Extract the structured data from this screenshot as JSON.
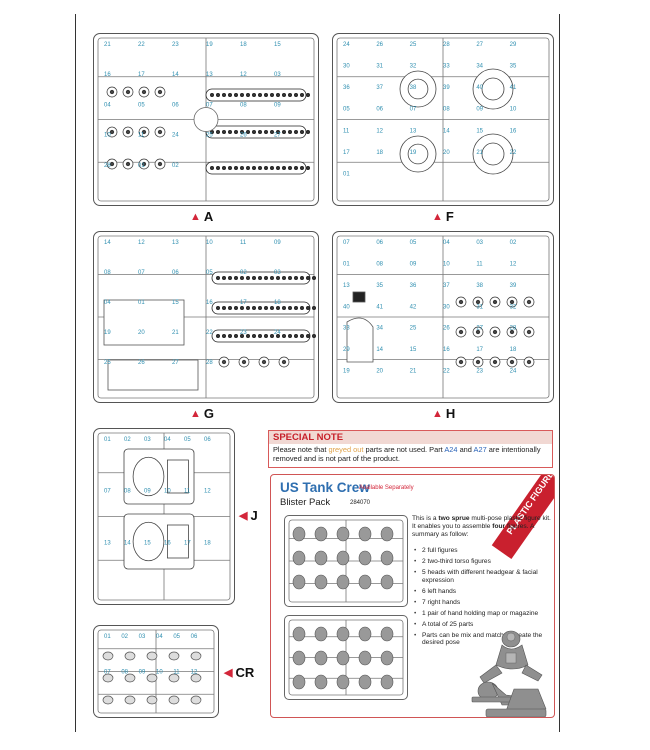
{
  "sprues": {
    "a": {
      "label": "A",
      "nums": [
        "21",
        "22",
        "23",
        "19",
        "18",
        "15",
        "16",
        "17",
        "14",
        "13",
        "12",
        "03",
        "04",
        "05",
        "06",
        "07",
        "08",
        "09",
        "10",
        "11",
        "24",
        "25",
        "26",
        "27",
        "28",
        "01",
        "02"
      ]
    },
    "f": {
      "label": "F",
      "nums": [
        "24",
        "26",
        "25",
        "28",
        "27",
        "29",
        "30",
        "31",
        "32",
        "33",
        "34",
        "35",
        "36",
        "37",
        "38",
        "39",
        "40",
        "41",
        "05",
        "06",
        "07",
        "08",
        "09",
        "10",
        "11",
        "12",
        "13",
        "14",
        "15",
        "16",
        "17",
        "18",
        "19",
        "20",
        "21",
        "22",
        "01"
      ]
    },
    "g": {
      "label": "G",
      "nums": [
        "14",
        "12",
        "13",
        "10",
        "11",
        "09",
        "08",
        "07",
        "06",
        "05",
        "02",
        "03",
        "04",
        "01",
        "15",
        "16",
        "17",
        "18",
        "19",
        "20",
        "21",
        "22",
        "23",
        "24",
        "25",
        "26",
        "27",
        "28"
      ]
    },
    "h": {
      "label": "H",
      "nums": [
        "07",
        "06",
        "05",
        "04",
        "03",
        "02",
        "01",
        "08",
        "09",
        "10",
        "11",
        "12",
        "13",
        "35",
        "36",
        "37",
        "38",
        "39",
        "40",
        "41",
        "42",
        "30",
        "31",
        "32",
        "33",
        "34",
        "25",
        "26",
        "27",
        "28",
        "29",
        "14",
        "15",
        "16",
        "17",
        "18",
        "19",
        "20",
        "21",
        "22",
        "23",
        "24"
      ]
    },
    "j": {
      "label": "J",
      "nums": [
        "01",
        "02",
        "03",
        "04",
        "05",
        "06",
        "07",
        "08",
        "09",
        "10",
        "11",
        "12",
        "13",
        "14",
        "15",
        "16",
        "17",
        "18"
      ]
    },
    "cr": {
      "label": "CR",
      "nums": [
        "01",
        "02",
        "03",
        "04",
        "05",
        "06",
        "07",
        "08",
        "09",
        "10",
        "11",
        "12"
      ]
    }
  },
  "special_note": {
    "heading": "SPECIAL NOTE",
    "text_1": "Please note that ",
    "greyed": "greyed out",
    "text_2": " parts are not used.  Part ",
    "part_a": "A24",
    "text_3": " and ",
    "part_b": "A27",
    "text_4": " are intentionally removed and is not part of the product."
  },
  "crew": {
    "title": "US Tank Crew",
    "availability": "Available Separately",
    "subtitle": "Blister Pack",
    "code": "284070",
    "banner": "PLASTIC FIGURES",
    "desc_1": "This is a ",
    "desc_bold_1": "two sprue",
    "desc_2": " multi-pose plastic figure kit.  It enables you to assemble ",
    "desc_bold_2": "four",
    "desc_3": " figures.  A summary as follow:",
    "items": [
      "2 full figures",
      "2 two-third torso figures",
      "5 heads with different headgear & facial expression",
      "6 left hands",
      "7 right hands",
      "1 pair of hand holding map or magazine",
      "A total of 25 parts",
      "Parts can be mix and match to create the desired pose"
    ]
  }
}
